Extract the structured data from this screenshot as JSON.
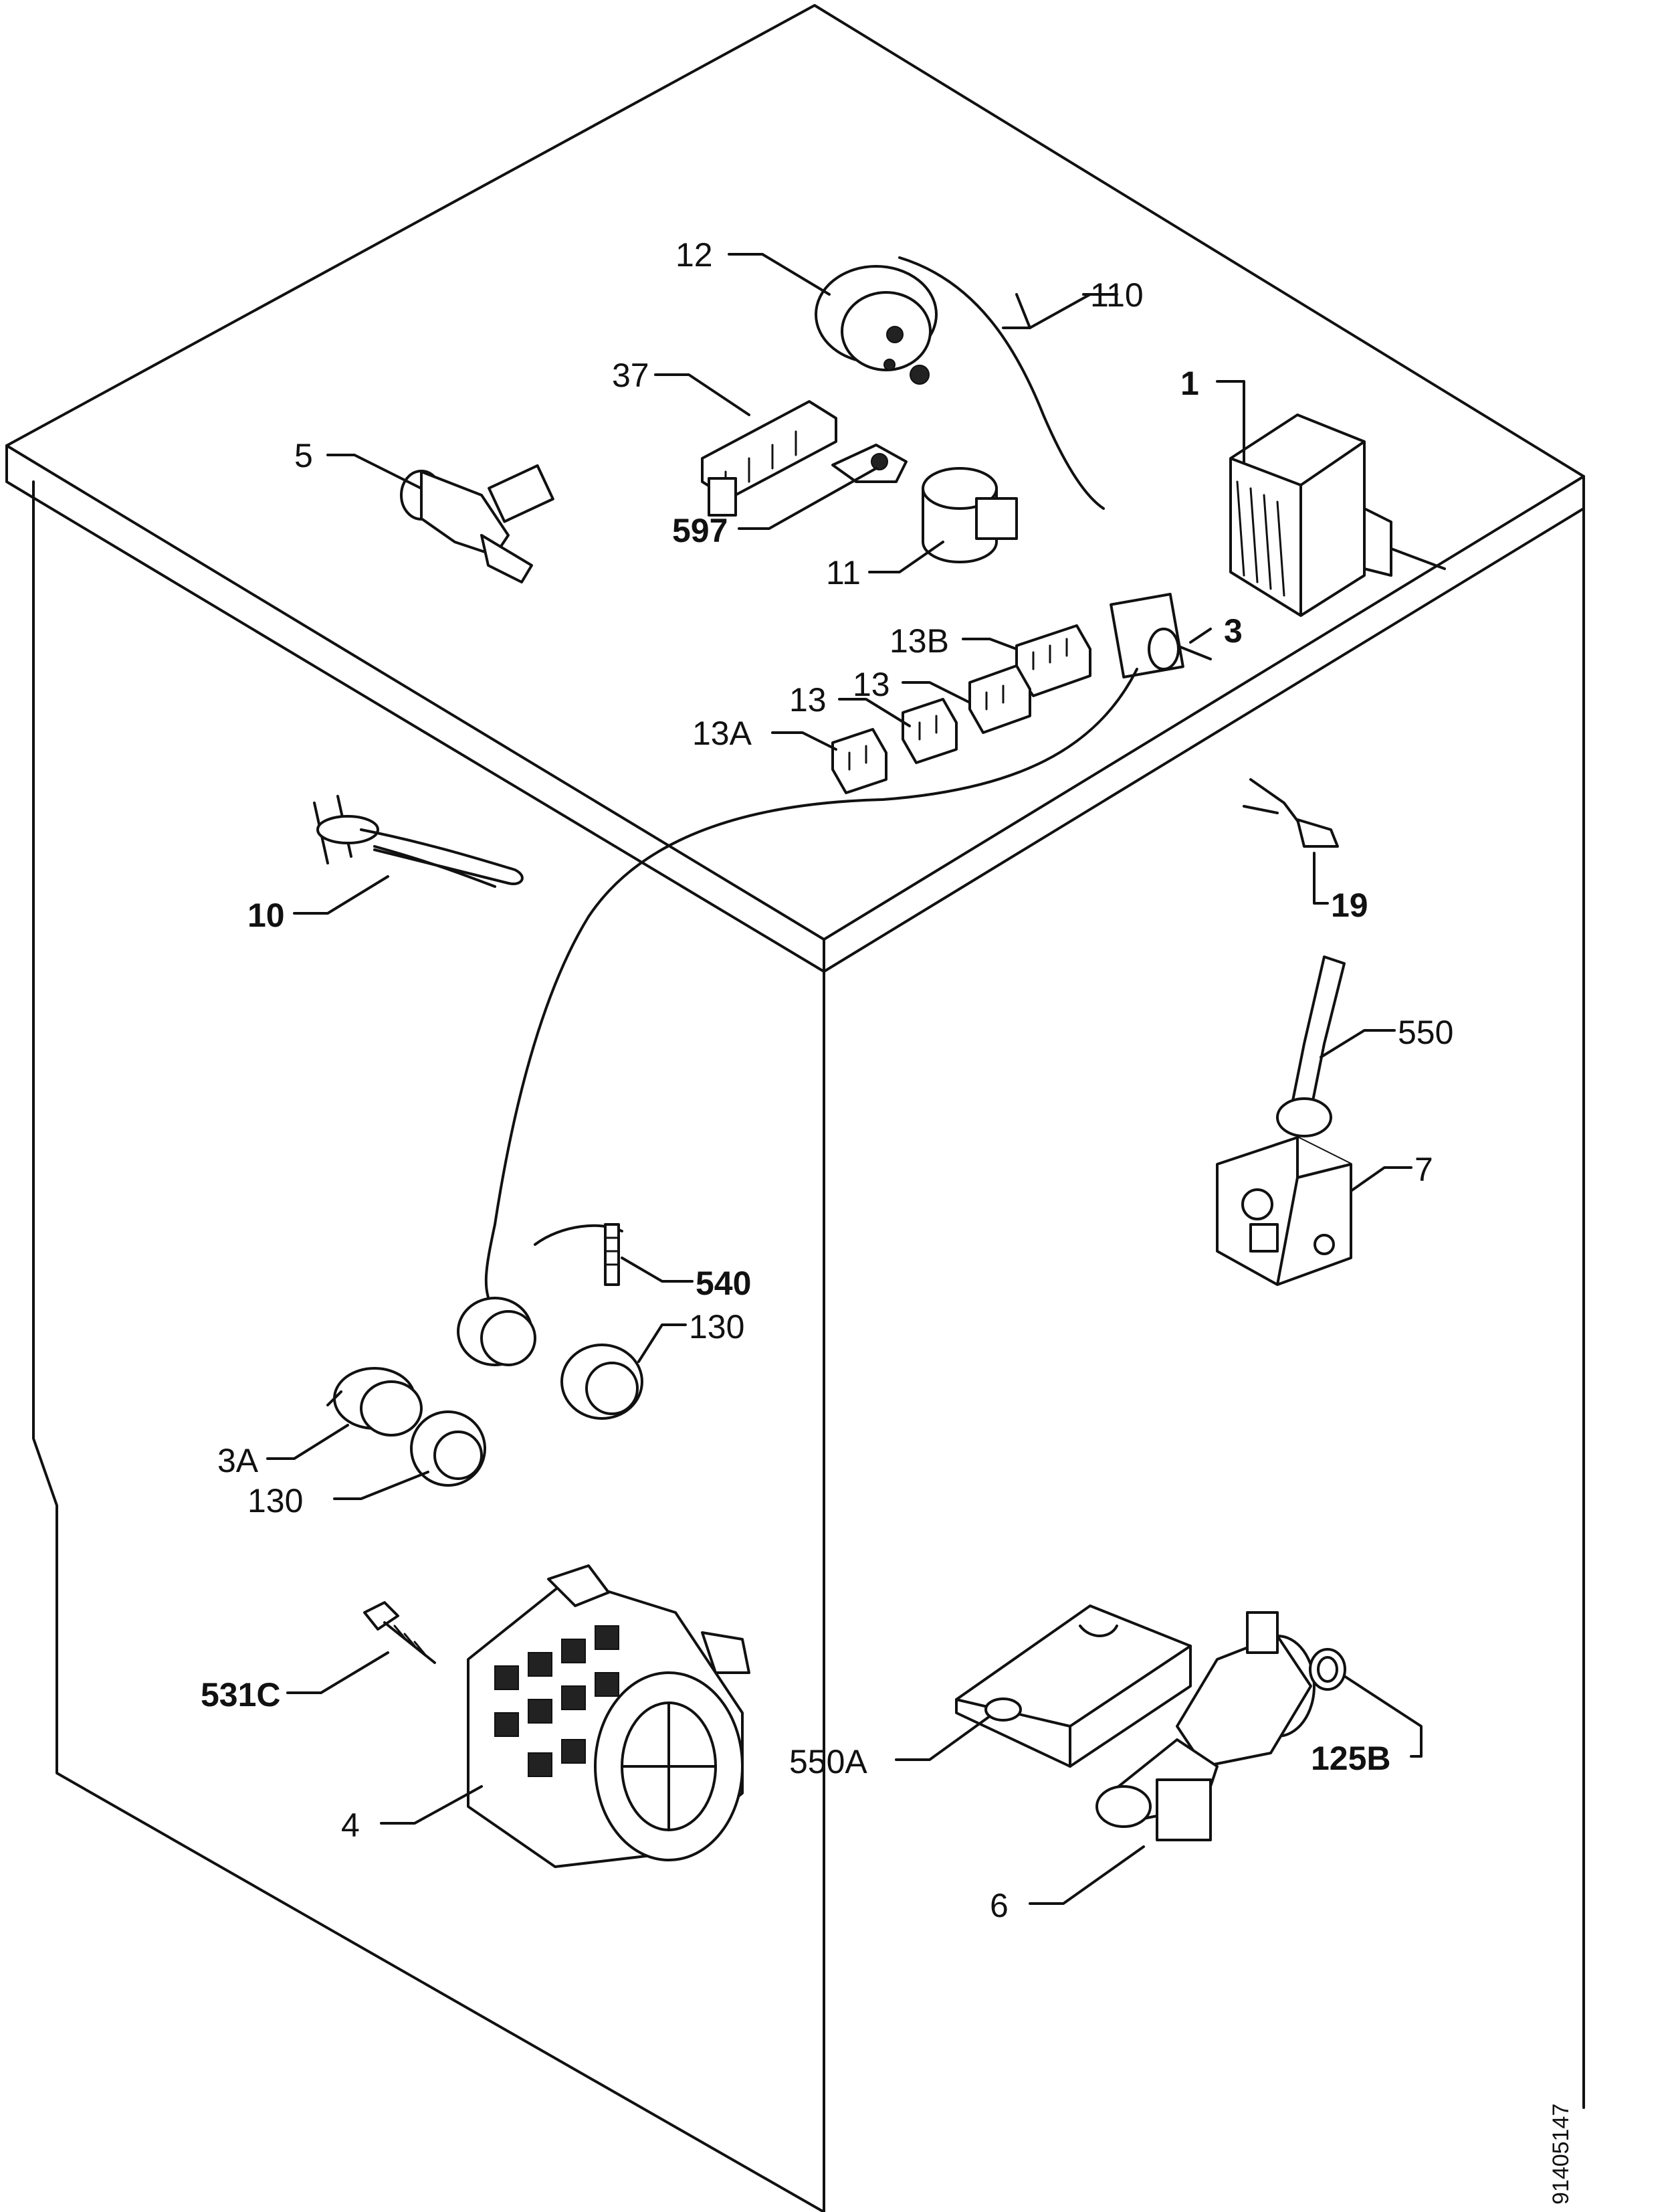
{
  "diagram": {
    "type": "exploded-parts-view",
    "drawing_code": "91405147",
    "labels": [
      {
        "id": "12",
        "text": "12"
      },
      {
        "id": "110",
        "text": "110"
      },
      {
        "id": "37",
        "text": "37"
      },
      {
        "id": "1",
        "text": "1"
      },
      {
        "id": "5",
        "text": "5"
      },
      {
        "id": "597",
        "text": "597"
      },
      {
        "id": "11",
        "text": "11"
      },
      {
        "id": "3",
        "text": "3"
      },
      {
        "id": "13B",
        "text": "13B"
      },
      {
        "id": "13a",
        "text": "13"
      },
      {
        "id": "13b",
        "text": "13"
      },
      {
        "id": "13A",
        "text": "13A"
      },
      {
        "id": "10",
        "text": "10"
      },
      {
        "id": "19",
        "text": "19"
      },
      {
        "id": "550",
        "text": "550"
      },
      {
        "id": "7",
        "text": "7"
      },
      {
        "id": "540",
        "text": "540"
      },
      {
        "id": "130a",
        "text": "130"
      },
      {
        "id": "3A",
        "text": "3A"
      },
      {
        "id": "130b",
        "text": "130"
      },
      {
        "id": "531C",
        "text": "531C"
      },
      {
        "id": "4",
        "text": "4"
      },
      {
        "id": "550A",
        "text": "550A"
      },
      {
        "id": "125B",
        "text": "125B"
      },
      {
        "id": "6",
        "text": "6"
      }
    ]
  }
}
